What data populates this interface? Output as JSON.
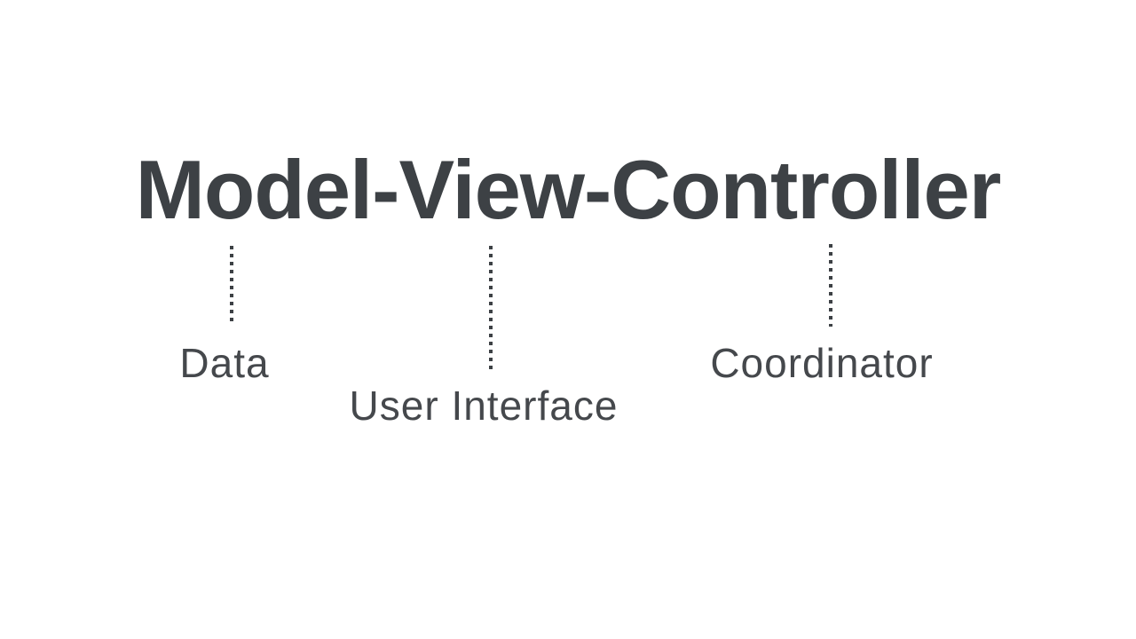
{
  "diagram": {
    "title": "Model-View-Controller",
    "annotations": [
      {
        "term": "Model",
        "label": "Data"
      },
      {
        "term": "View",
        "label": "User Interface"
      },
      {
        "term": "Controller",
        "label": "Coordinator"
      }
    ],
    "colors": {
      "background": "#ffffff",
      "title_text": "#3d4145",
      "label_text": "#45484c",
      "connector": "#3d4145"
    }
  }
}
